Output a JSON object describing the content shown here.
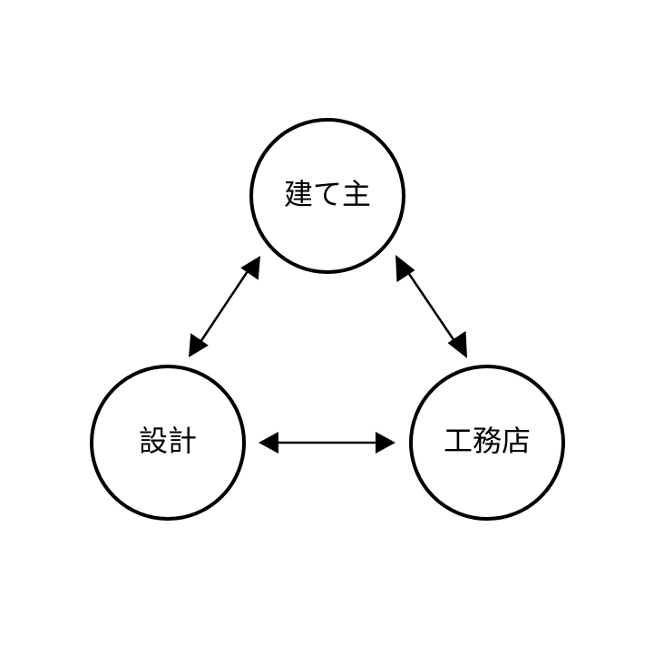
{
  "diagram": {
    "nodes": {
      "owner": {
        "label": "建て主"
      },
      "designer": {
        "label": "設計"
      },
      "builder": {
        "label": "工務店"
      }
    },
    "connections": [
      {
        "from": "owner",
        "to": "designer",
        "style": "bidirectional-arrow"
      },
      {
        "from": "owner",
        "to": "builder",
        "style": "bidirectional-arrow"
      },
      {
        "from": "designer",
        "to": "builder",
        "style": "bidirectional-arrow"
      }
    ],
    "colors": {
      "stroke": "#000000",
      "background": "#ffffff"
    }
  }
}
